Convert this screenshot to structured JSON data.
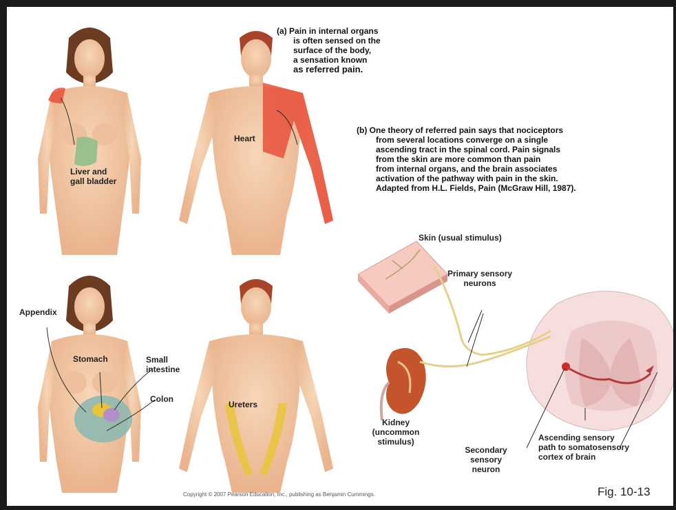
{
  "caption_a": {
    "letter": "(a)",
    "line1": "Pain in internal organs",
    "line2": "is often sensed on the",
    "line3": "surface of the body,",
    "line4": "a sensation known",
    "line5": "as referred pain."
  },
  "caption_b": {
    "letter": "(b)",
    "lines": [
      "One theory of referred pain says that nociceptors",
      "from several locations converge on a single",
      "ascending tract in the spinal cord. Pain signals",
      "from the skin are more common than pain",
      "from internal organs, and the brain associates",
      "activation of the pathway with pain in the skin.",
      "Adapted from H.L. Fields, Pain (McGraw Hill, 1987)."
    ]
  },
  "labels": {
    "liver": "Liver and",
    "gallbladder": "gall bladder",
    "heart": "Heart",
    "appendix": "Appendix",
    "stomach": "Stomach",
    "small": "Small",
    "intestine": "intestine",
    "colon": "Colon",
    "ureters": "Ureters",
    "skin": "Skin (usual stimulus)",
    "primary1": "Primary sensory",
    "primary2": "neurons",
    "kidney1": "Kidney",
    "kidney2": "(uncommon",
    "kidney3": "stimulus)",
    "secondary1": "Secondary",
    "secondary2": "sensory",
    "secondary3": "neuron",
    "ascending1": "Ascending sensory",
    "ascending2": "path to somatosensory",
    "ascending3": "cortex of brain"
  },
  "footer": {
    "copyright": "Copyright © 2007 Pearson Education, Inc., publishing as Benjamin Cummings.",
    "fig": "Fig. 10-13"
  },
  "colors": {
    "skin": "#f2c9a6",
    "pain": "#e8503a",
    "liver": "#8fbf8a",
    "ureter": "#e9c43a",
    "spinal": "#f7dede"
  }
}
